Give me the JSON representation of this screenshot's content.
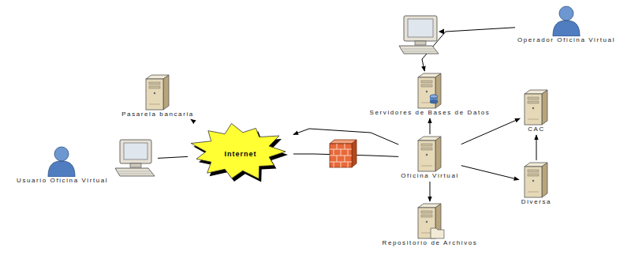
{
  "diagram": {
    "nodes": [
      {
        "text": [
          "Pasarela bancaria"
        ]
      },
      {
        "text": [
          "Usuario Oficina Virtual"
        ]
      },
      {
        "text": [
          "Internet"
        ]
      },
      {
        "text": [
          "Servidores de Bases de Datos"
        ]
      },
      {
        "text": [
          "Oficina Virtual"
        ]
      },
      {
        "text": [
          "CAC"
        ]
      },
      {
        "text": [
          "Diversa"
        ]
      },
      {
        "text": [
          "Repositorio de Archivos"
        ]
      },
      {
        "text": [
          "Operador Oficina Virtual"
        ]
      }
    ],
    "edges": [
      {
        "from": 2,
        "to": 0,
        "arrow": "to"
      },
      {
        "from": 1,
        "to": 2,
        "arrow": "none"
      },
      {
        "from": 2,
        "to": 4,
        "arrow": "none"
      },
      {
        "from": 4,
        "to": 2,
        "arrow": "to"
      },
      {
        "from": 4,
        "to": 3,
        "arrow": "to"
      },
      {
        "from": 8,
        "to": 3,
        "arrow": "to"
      },
      {
        "from": 4,
        "to": 5,
        "arrow": "to"
      },
      {
        "from": 4,
        "to": 6,
        "arrow": "to"
      },
      {
        "from": 6,
        "to": 5,
        "arrow": "to"
      },
      {
        "from": 4,
        "to": 7,
        "arrow": "to"
      }
    ]
  }
}
